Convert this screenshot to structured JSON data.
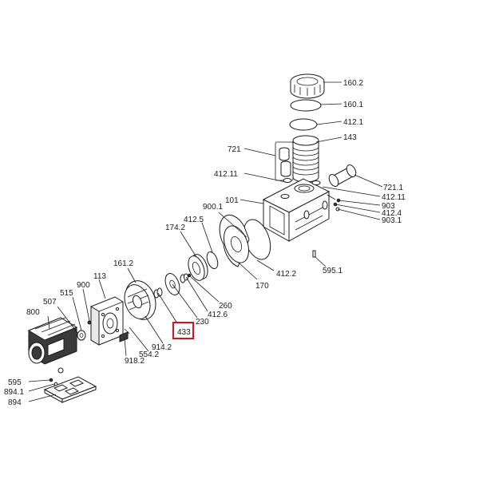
{
  "highlight_color": "#d0141a",
  "highlighted_part": "433",
  "parts": {
    "p160_2": "160.2",
    "p160_1": "160.1",
    "p412_1": "412.1",
    "p143": "143",
    "p721": "721",
    "p412_11a": "412.11",
    "p721_1": "721.1",
    "p412_11b": "412.11",
    "p101": "101",
    "p903": "903",
    "p412_4": "412.4",
    "p903_1": "903.1",
    "p900_1": "900.1",
    "p412_5": "412.5",
    "p174_2": "174.2",
    "p412_2": "412.2",
    "p170": "170",
    "p595_1": "595.1",
    "p161_2": "161.2",
    "p113": "113",
    "p900": "900",
    "p515": "515",
    "p507": "507",
    "p800": "800",
    "p260": "260",
    "p412_6": "412.6",
    "p230": "230",
    "p433": "433",
    "p914_2": "914.2",
    "p554_2": "554.2",
    "p918_2": "918.2",
    "p595": "595",
    "p894_1": "894.1",
    "p894": "894"
  }
}
